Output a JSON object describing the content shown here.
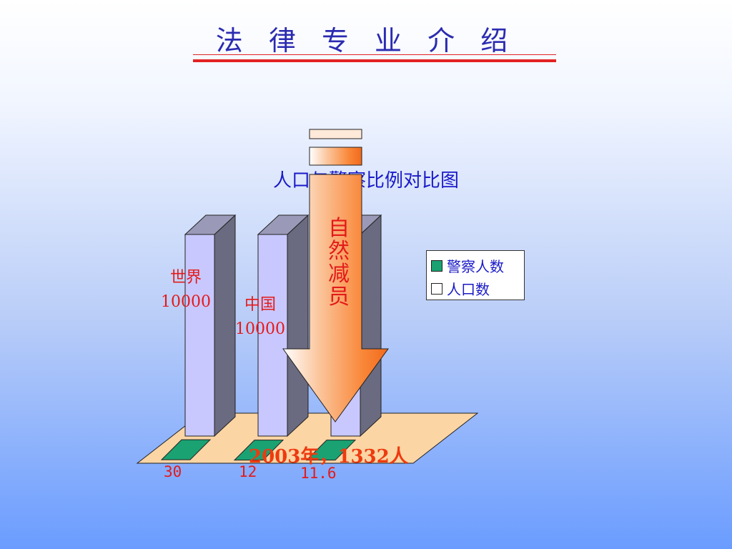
{
  "page": {
    "title": "法 律 专 业 介 绍"
  },
  "chart_data": {
    "type": "bar",
    "title": "人口与警察比例对比图",
    "categories": [
      "世界",
      "中国",
      ""
    ],
    "series": [
      {
        "name": "警察人数",
        "values": [
          30,
          12,
          11.6
        ],
        "color": "#1aa273"
      },
      {
        "name": "人口数",
        "values": [
          10000,
          10000,
          10000
        ],
        "color": "#c8c8ff"
      }
    ],
    "category_labels": [
      {
        "name": "世界",
        "value": "10000"
      },
      {
        "name": "中国",
        "value": "10000"
      }
    ],
    "police_labels": [
      "30",
      "12",
      "11.6"
    ],
    "annotation": "2003年，1332人",
    "arrow_text": [
      "自",
      "然",
      "减",
      "员"
    ],
    "legend": {
      "placement": "right",
      "items": [
        "警察人数",
        "人口数"
      ]
    }
  },
  "colors": {
    "title": "#2b2bb0",
    "rule": "#e32222",
    "label_red": "#e31a1a",
    "floor": "#fcd5a4",
    "bar_front": "#c8c8ff",
    "bar_side": "#6a6a80",
    "bar_top": "#9a9ab8",
    "police_bar": "#1aa273"
  }
}
